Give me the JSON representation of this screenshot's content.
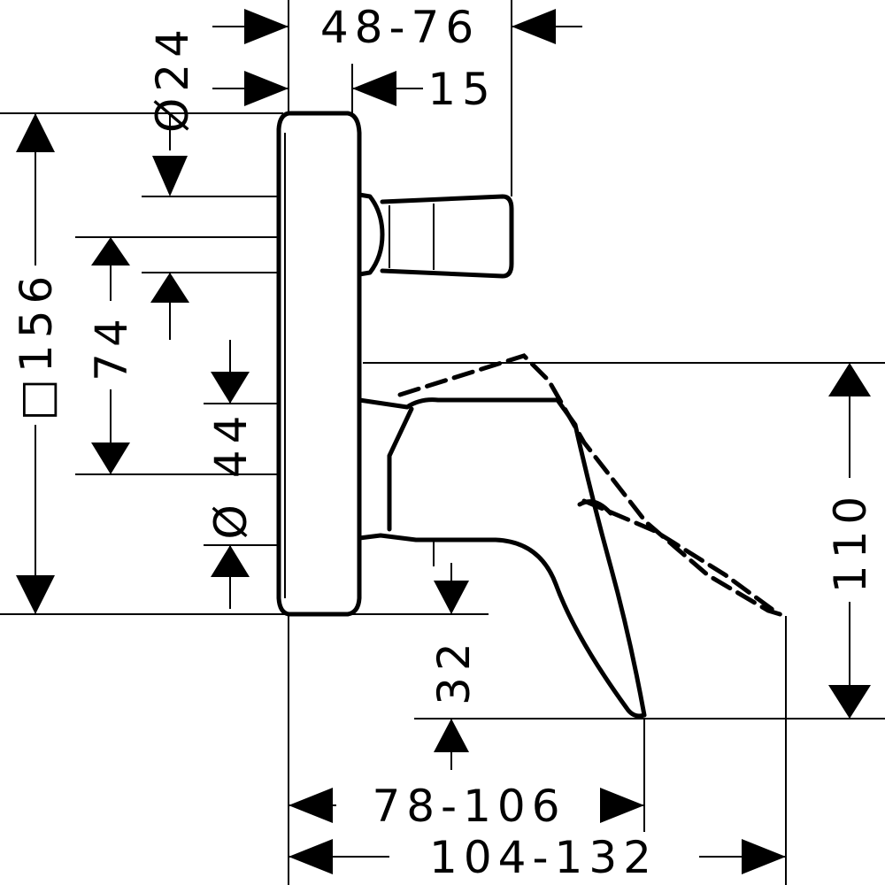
{
  "diagram": {
    "dimensions": {
      "top_width": "48-76",
      "spindle_depth": "15",
      "spindle_diameter": "Ø24",
      "plate_size": "□156",
      "spacing_74": "74",
      "diameter_44": "Ø 44",
      "spout_height": "110",
      "lever_offset": "32",
      "projection_short": "78-106",
      "projection_long": "104-132"
    }
  }
}
